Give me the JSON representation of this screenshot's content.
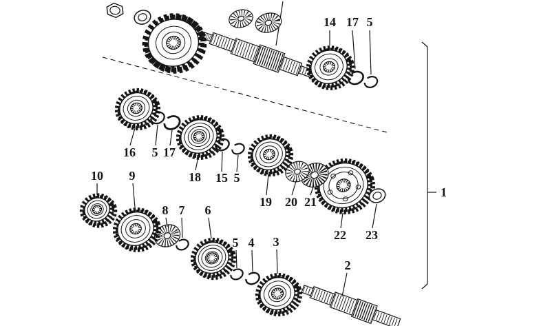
{
  "diagram": {
    "background": "#ffffff",
    "ink": "#141414",
    "callouts": [
      "14",
      "17",
      "5",
      "16",
      "5",
      "17",
      "18",
      "15",
      "5",
      "19",
      "20",
      "21",
      "22",
      "23",
      "10",
      "9",
      "8",
      "7",
      "6",
      "5",
      "4",
      "3",
      "2",
      "1"
    ]
  }
}
